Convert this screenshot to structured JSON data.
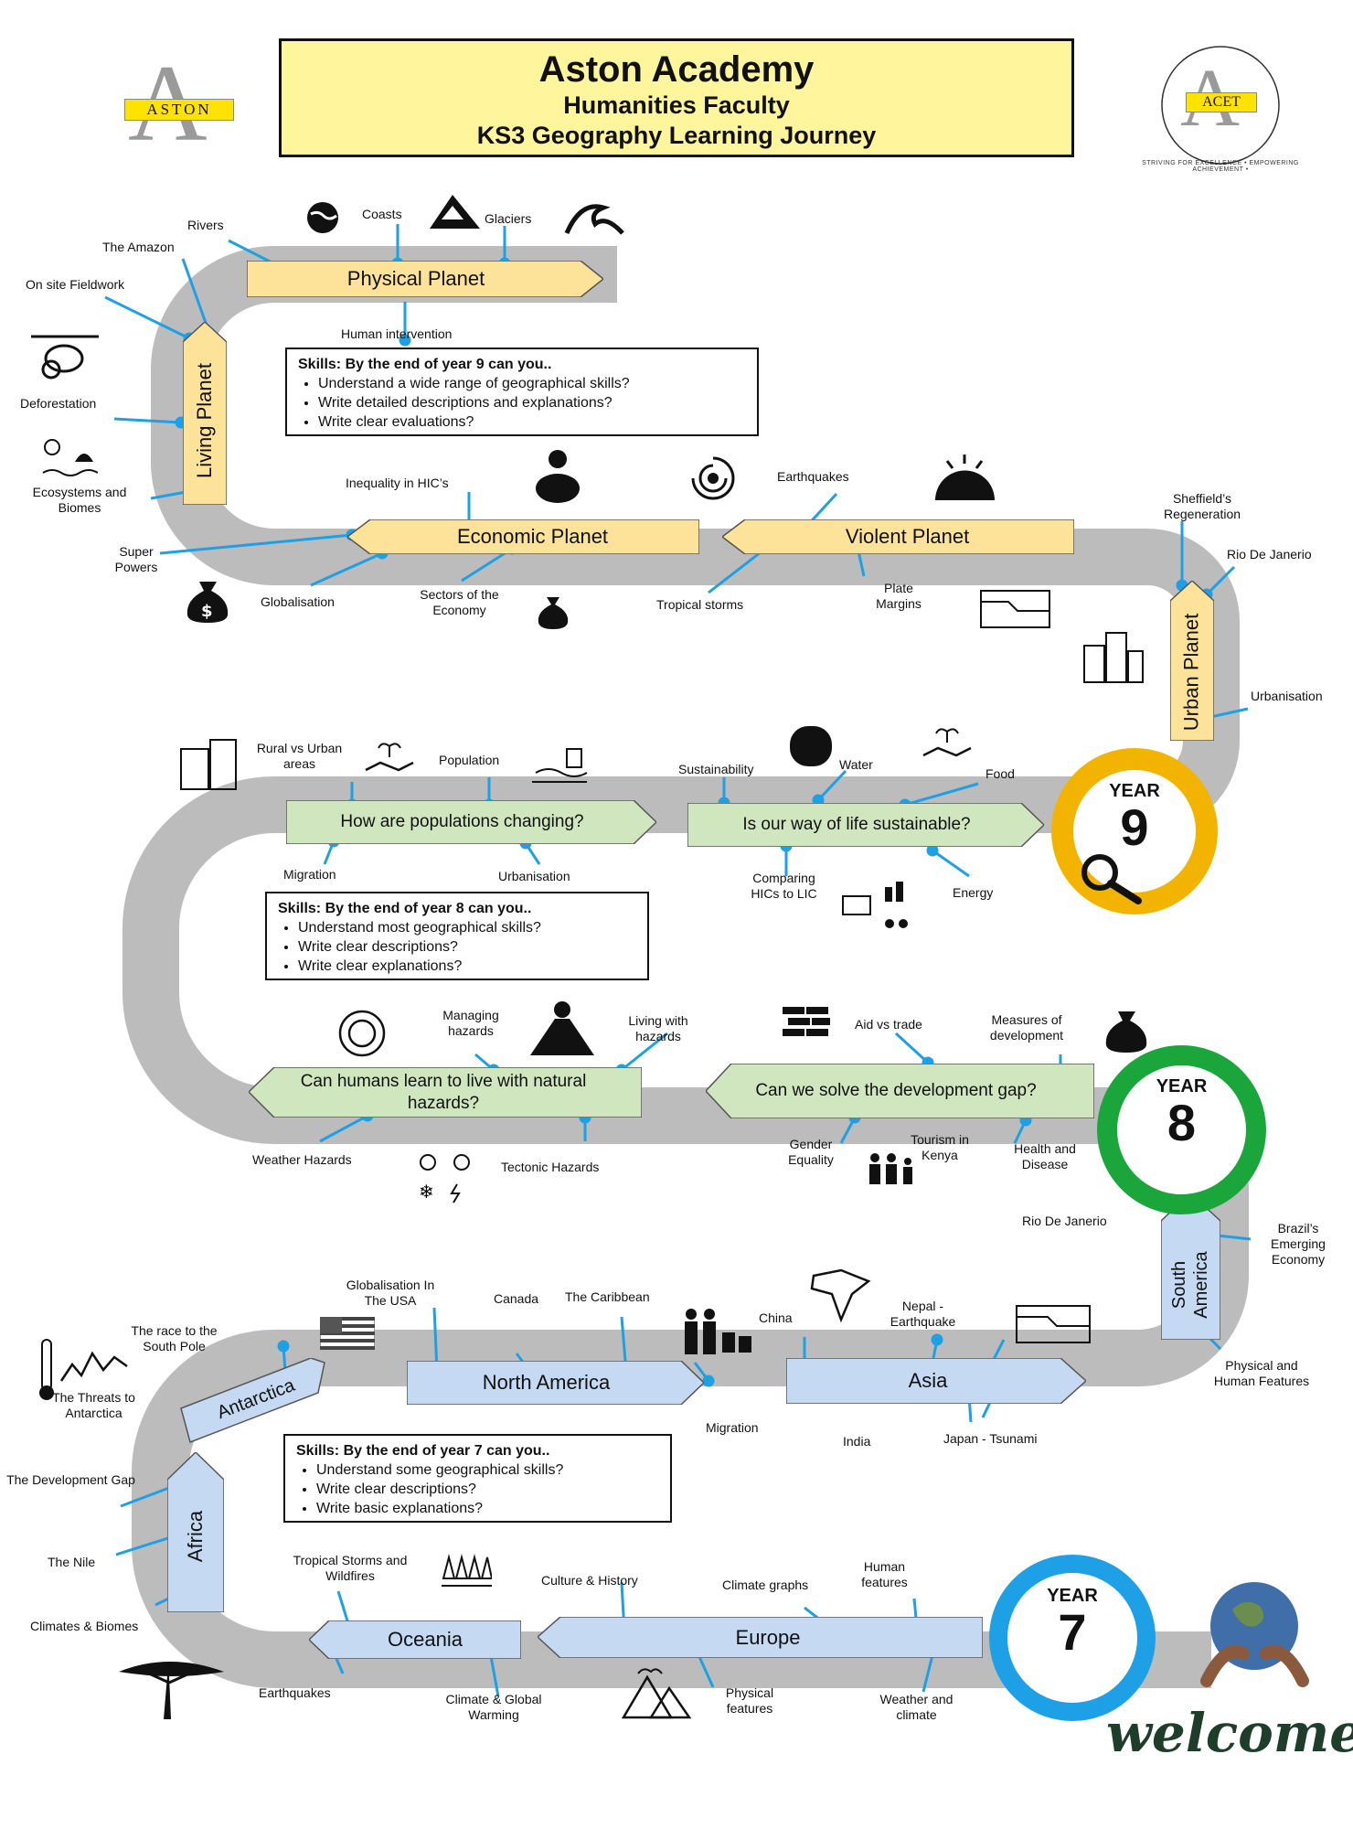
{
  "header": {
    "title": "Aston Academy",
    "subtitle": "Humanities Faculty",
    "subtitle2": "KS3 Geography Learning Journey"
  },
  "logos": {
    "aston_letter": "A",
    "aston_text": "ASTON",
    "acet_text": "ACET",
    "acet_ring": "STRIVING FOR EXCELLENCE • EMPOWERING ACHIEVEMENT •"
  },
  "years": {
    "y9": {
      "label": "YEAR",
      "number": "9",
      "color": "#f3b400"
    },
    "y8": {
      "label": "YEAR",
      "number": "8",
      "color": "#1aa63a"
    },
    "y7": {
      "label": "YEAR",
      "number": "7",
      "color": "#1ea0e6"
    }
  },
  "colors": {
    "road": "#bcbcbc",
    "yellow_unit": "#fde39a",
    "green_unit": "#cfe6bf",
    "blue_unit": "#c5daf2",
    "connector": "#1ea0e6"
  },
  "units": {
    "physical_planet": "Physical Planet",
    "living_planet": "Living Planet",
    "economic_planet": "Economic Planet",
    "violent_planet": "Violent Planet",
    "urban_planet": "Urban Planet",
    "populations": "How are populations changing?",
    "sustainable": "Is our way of life sustainable?",
    "hazards": "Can humans learn to live with natural hazards?",
    "development": "Can we solve the development gap?",
    "south_america": "South America",
    "north_america": "North America",
    "asia": "Asia",
    "antarctica": "Antarctica",
    "africa": "Africa",
    "oceania": "Oceania",
    "europe": "Europe"
  },
  "skills": {
    "y9": {
      "heading": "Skills: By the end of year 9 can you..",
      "items": [
        "Understand a wide range of geographical skills?",
        "Write detailed descriptions and explanations?",
        "Write clear evaluations?"
      ]
    },
    "y8": {
      "heading": "Skills: By the end of year 8 can you..",
      "items": [
        "Understand most geographical skills?",
        "Write clear descriptions?",
        "Write clear explanations?"
      ]
    },
    "y7": {
      "heading": "Skills: By the end of year 7 can you..",
      "items": [
        "Understand some geographical skills?",
        "Write clear descriptions?",
        "Write basic explanations?"
      ]
    }
  },
  "topics": {
    "rivers": "Rivers",
    "amazon": "The Amazon",
    "fieldwork": "On site Fieldwork",
    "coasts": "Coasts",
    "glaciers": "Glaciers",
    "human_intervention": "Human intervention",
    "deforestation": "Deforestation",
    "ecosystems": "Ecosystems and Biomes",
    "inequality": "Inequality in HIC’s",
    "earthquakes9": "Earthquakes",
    "super_powers": "Super Powers",
    "globalisation": "Globalisation",
    "sectors": "Sectors of the Economy",
    "tropical_storms": "Tropical storms",
    "plate_margins": "Plate Margins",
    "sheffield": "Sheffield’s Regeneration",
    "rio9": "Rio De Janerio",
    "urbanisation9": "Urbanisation",
    "rural_urban": "Rural vs Urban areas",
    "population": "Population",
    "sustainability": "Sustainability",
    "water": "Water",
    "food": "Food",
    "migration8": "Migration",
    "urbanisation8": "Urbanisation",
    "comparing": "Comparing HICs to LIC",
    "energy": "Energy",
    "managing": "Managing hazards",
    "living_with": "Living with hazards",
    "aid_trade": "Aid vs trade",
    "measures": "Measures of development",
    "weather_hazards": "Weather Hazards",
    "tectonic": "Tectonic Hazards",
    "gender": "Gender Equality",
    "tourism": "Tourism in Kenya",
    "health": "Health and Disease",
    "rio7": "Rio De Janerio",
    "brazil": "Brazil’s Emerging Economy",
    "glob_usa": "Globalisation In The USA",
    "canada": "Canada",
    "caribbean": "The Caribbean",
    "china": "China",
    "nepal": "Nepal - Earthquake",
    "race_pole": "The race to the South Pole",
    "threats": "The Threats to Antarctica",
    "migration7": "Migration",
    "india": "India",
    "japan": "Japan -  Tsunami",
    "physical_human": "Physical and Human Features",
    "dev_gap": "The Development Gap",
    "nile": "The Nile",
    "climates": "Climates & Biomes",
    "storms_fires": "Tropical Storms and Wildfires",
    "culture": "Culture & History",
    "climate_graphs": "Climate graphs",
    "human_features": "Human features",
    "earthquakes7": "Earthquakes",
    "climate_warming": "Climate & Global Warming",
    "physical_features": "Physical features",
    "weather_climate": "Weather and climate"
  },
  "welcome": "welcome"
}
